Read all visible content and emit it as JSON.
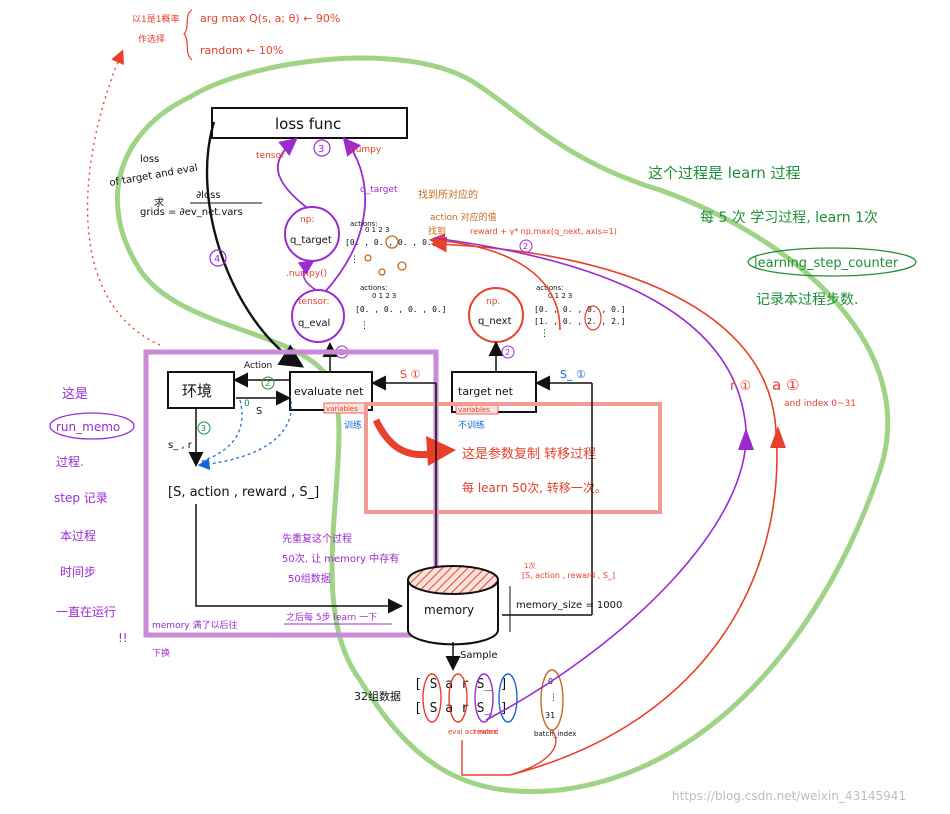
{
  "colors": {
    "black": "#111111",
    "red": "#e8402a",
    "purple": "#9b2bd1",
    "green": "#1d8f35",
    "light_green": "#9fd487",
    "blue": "#1565d8",
    "pink_box": "#f29a94",
    "lavender_box": "#c98ad8",
    "orange": "#c46a1f"
  },
  "top_note": {
    "side": "以1是1概率",
    "side2": "作选择",
    "line1": "arg max Q(s, a; θ)  ← 90%",
    "line1_marker": "a",
    "line2": "random  ← 10%"
  },
  "loss_box": {
    "label": "loss  func"
  },
  "loss_formula": {
    "line1": "loss",
    "line2": "of target and eval",
    "line3": "求",
    "line4": "∂loss",
    "line5": "grids =  ∂ev_net.vars"
  },
  "arrows_labels": {
    "tensor": "tensor",
    "numpy": "numpy",
    "num3": "3",
    "num4": "4",
    "num2a": "2",
    "num2b": "2",
    "num2c": "2",
    "num2d": "2",
    "num3b": "3",
    "num1": "1",
    "s1": "S ①",
    "s_1": "S_ ①",
    "numpy2": ".numpy()",
    "tensor2": "tensor:",
    "action": "Action",
    "s": "S",
    "zero": "0",
    "s_r": "s_ , r",
    "xunlian": "训练",
    "buxunlian": "不训练",
    "sample": "Sample",
    "r1": "r ①",
    "a1": "a ①",
    "and_index": "and index 0~31",
    "reward_label": "reward",
    "eval_act_index": "eval\nact\nindex",
    "batch_index": "batch_index"
  },
  "q_target_node": {
    "type_label": "np:",
    "name": "q_target"
  },
  "q_eval_node": {
    "name": "q_eval"
  },
  "q_next_node": {
    "type_label": "np.",
    "name": "q_next"
  },
  "q_target_matrix": {
    "header": "actions:",
    "cols": "0   1   2   3",
    "row1": "[0. , 0. , 0. , 0.]",
    "row2": "⋮"
  },
  "q_eval_matrix": {
    "header": "actions:",
    "cols": "0   1   2   3",
    "row1": "[0. , 0. , 0. , 0.]",
    "row2": "⋮"
  },
  "q_next_matrix": {
    "header": "actions:",
    "cols": "0   1   2   3",
    "row1": "[0. , 0. , 0. , 0.]",
    "row2": "[1. , 0. , 2. , 2.]",
    "row3": "⋮"
  },
  "annotations": {
    "q_target_label": "q_target",
    "zhaodao": "找到所对应的",
    "action_dui": "action 对应的值",
    "zhaodao2": "找到",
    "reward_formula": "reward + γ* np.max(q_next, axis=1)",
    "num2e": "2"
  },
  "evaluate_net": {
    "label": "evaluate  net",
    "tag": "variables"
  },
  "target_net": {
    "label": "target  net",
    "tag": "variables"
  },
  "env_box": {
    "label": "环境"
  },
  "transition": {
    "label": "[S, action , reward , S_]"
  },
  "copy_box": {
    "line1": "这是参数复制 转移过程",
    "line2": "每 learn 50次, 转移一次。"
  },
  "memory_notes": {
    "line1": "先重复这个过程",
    "line2": "50次, 让 memory 中存有",
    "line3": "50组数据",
    "line4": "之后每 5步 learn 一下",
    "full": "memory 满了以后往",
    "replace": "下换"
  },
  "memory": {
    "label": "memory",
    "size": "memory_size = 1000",
    "entry": "[S, action , reward , S_]",
    "entry_prefix": "1次"
  },
  "batch": {
    "label": "32组数据",
    "row1": "[ S  a  r  S_ ]",
    "row2": "[ S  a  r  S_ ]",
    "index_col": [
      "0",
      "⋮",
      "31"
    ]
  },
  "left_notes": {
    "l1": "这是",
    "l2": "run_memo",
    "l3": "过程.",
    "l4": "step 记录",
    "l5": "本过程",
    "l6": "时间步",
    "l7": "一直在运行",
    "l8": "!!"
  },
  "right_notes": {
    "l1": "这个过程是 learn 过程",
    "l2": "每 5 次 学习过程, learn 1次",
    "l3": "learning_step_counter",
    "l4": "记录本过程步数."
  },
  "watermark": "https://blog.csdn.net/weixin_43145941"
}
